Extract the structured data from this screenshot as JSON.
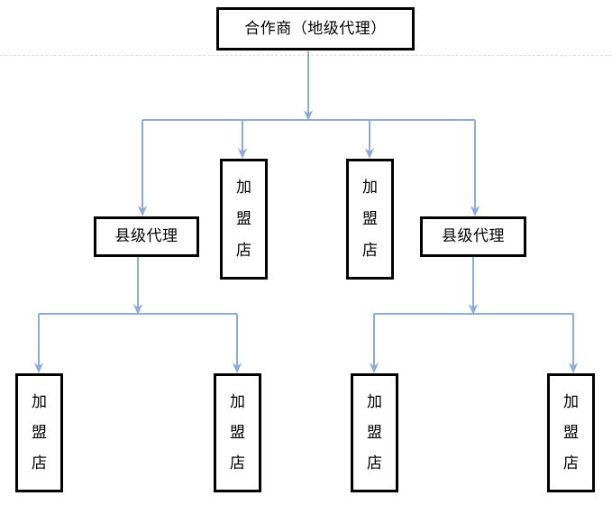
{
  "diagram": {
    "type": "organization-hierarchy-flowchart",
    "title_text": "合作商（地级代理）",
    "background_color": "#ffffff",
    "box_border_color": "#000000",
    "connector_color": "#8faadc",
    "divider_color": "#dddddd",
    "labels": {
      "partner": "合作商（地级代理）",
      "county_agent": "县级代理",
      "franchise_char_1": "加",
      "franchise_char_2": "盟",
      "franchise_char_3": "店"
    },
    "levels": [
      {
        "level": 1,
        "nodes": [
          {
            "id": "partner",
            "label": "合作商（地级代理）",
            "orientation": "horizontal"
          }
        ]
      },
      {
        "level": 2,
        "nodes": [
          {
            "id": "county-agent-left",
            "label": "县级代理",
            "orientation": "horizontal"
          },
          {
            "id": "franchise-l2-a",
            "label": "加盟店",
            "orientation": "vertical"
          },
          {
            "id": "franchise-l2-b",
            "label": "加盟店",
            "orientation": "vertical"
          },
          {
            "id": "county-agent-right",
            "label": "县级代理",
            "orientation": "horizontal"
          }
        ]
      },
      {
        "level": 3,
        "nodes": [
          {
            "id": "franchise-l3-a",
            "label": "加盟店",
            "orientation": "vertical"
          },
          {
            "id": "franchise-l3-b",
            "label": "加盟店",
            "orientation": "vertical"
          },
          {
            "id": "franchise-l3-c",
            "label": "加盟店",
            "orientation": "vertical"
          },
          {
            "id": "franchise-l3-d",
            "label": "加盟店",
            "orientation": "vertical"
          }
        ]
      }
    ]
  }
}
